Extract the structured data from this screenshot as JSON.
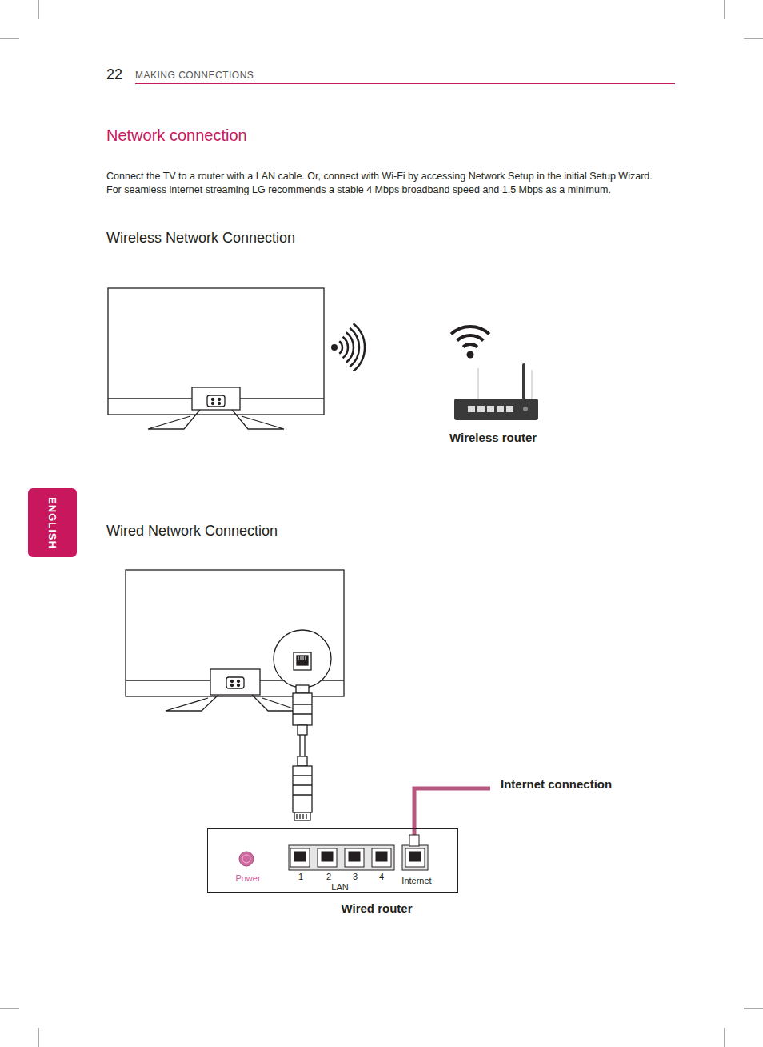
{
  "diagram": {
    "title": "Network connection",
    "nodes": [
      {
        "text": [
          "ENGLISH"
        ]
      },
      {
        "text": [
          "Power",
          "1",
          "2",
          "3",
          "4",
          "LAN",
          "Internet",
          "Wired router"
        ]
      }
    ],
    "labels": [
      "22",
      "MAKING CONNECTIONS",
      "Connect the TV to a router with a LAN cable. Or, connect with Wi-Fi by accessing Network Setup in the initial Setup Wizard. For seamless internet streaming LG recommends a stable 4 Mbps broadband speed and 1.5 Mbps as a minimum.",
      "Wireless Network Connection",
      "Wireless router",
      "Wired Network Connection",
      "Internet connection"
    ]
  }
}
